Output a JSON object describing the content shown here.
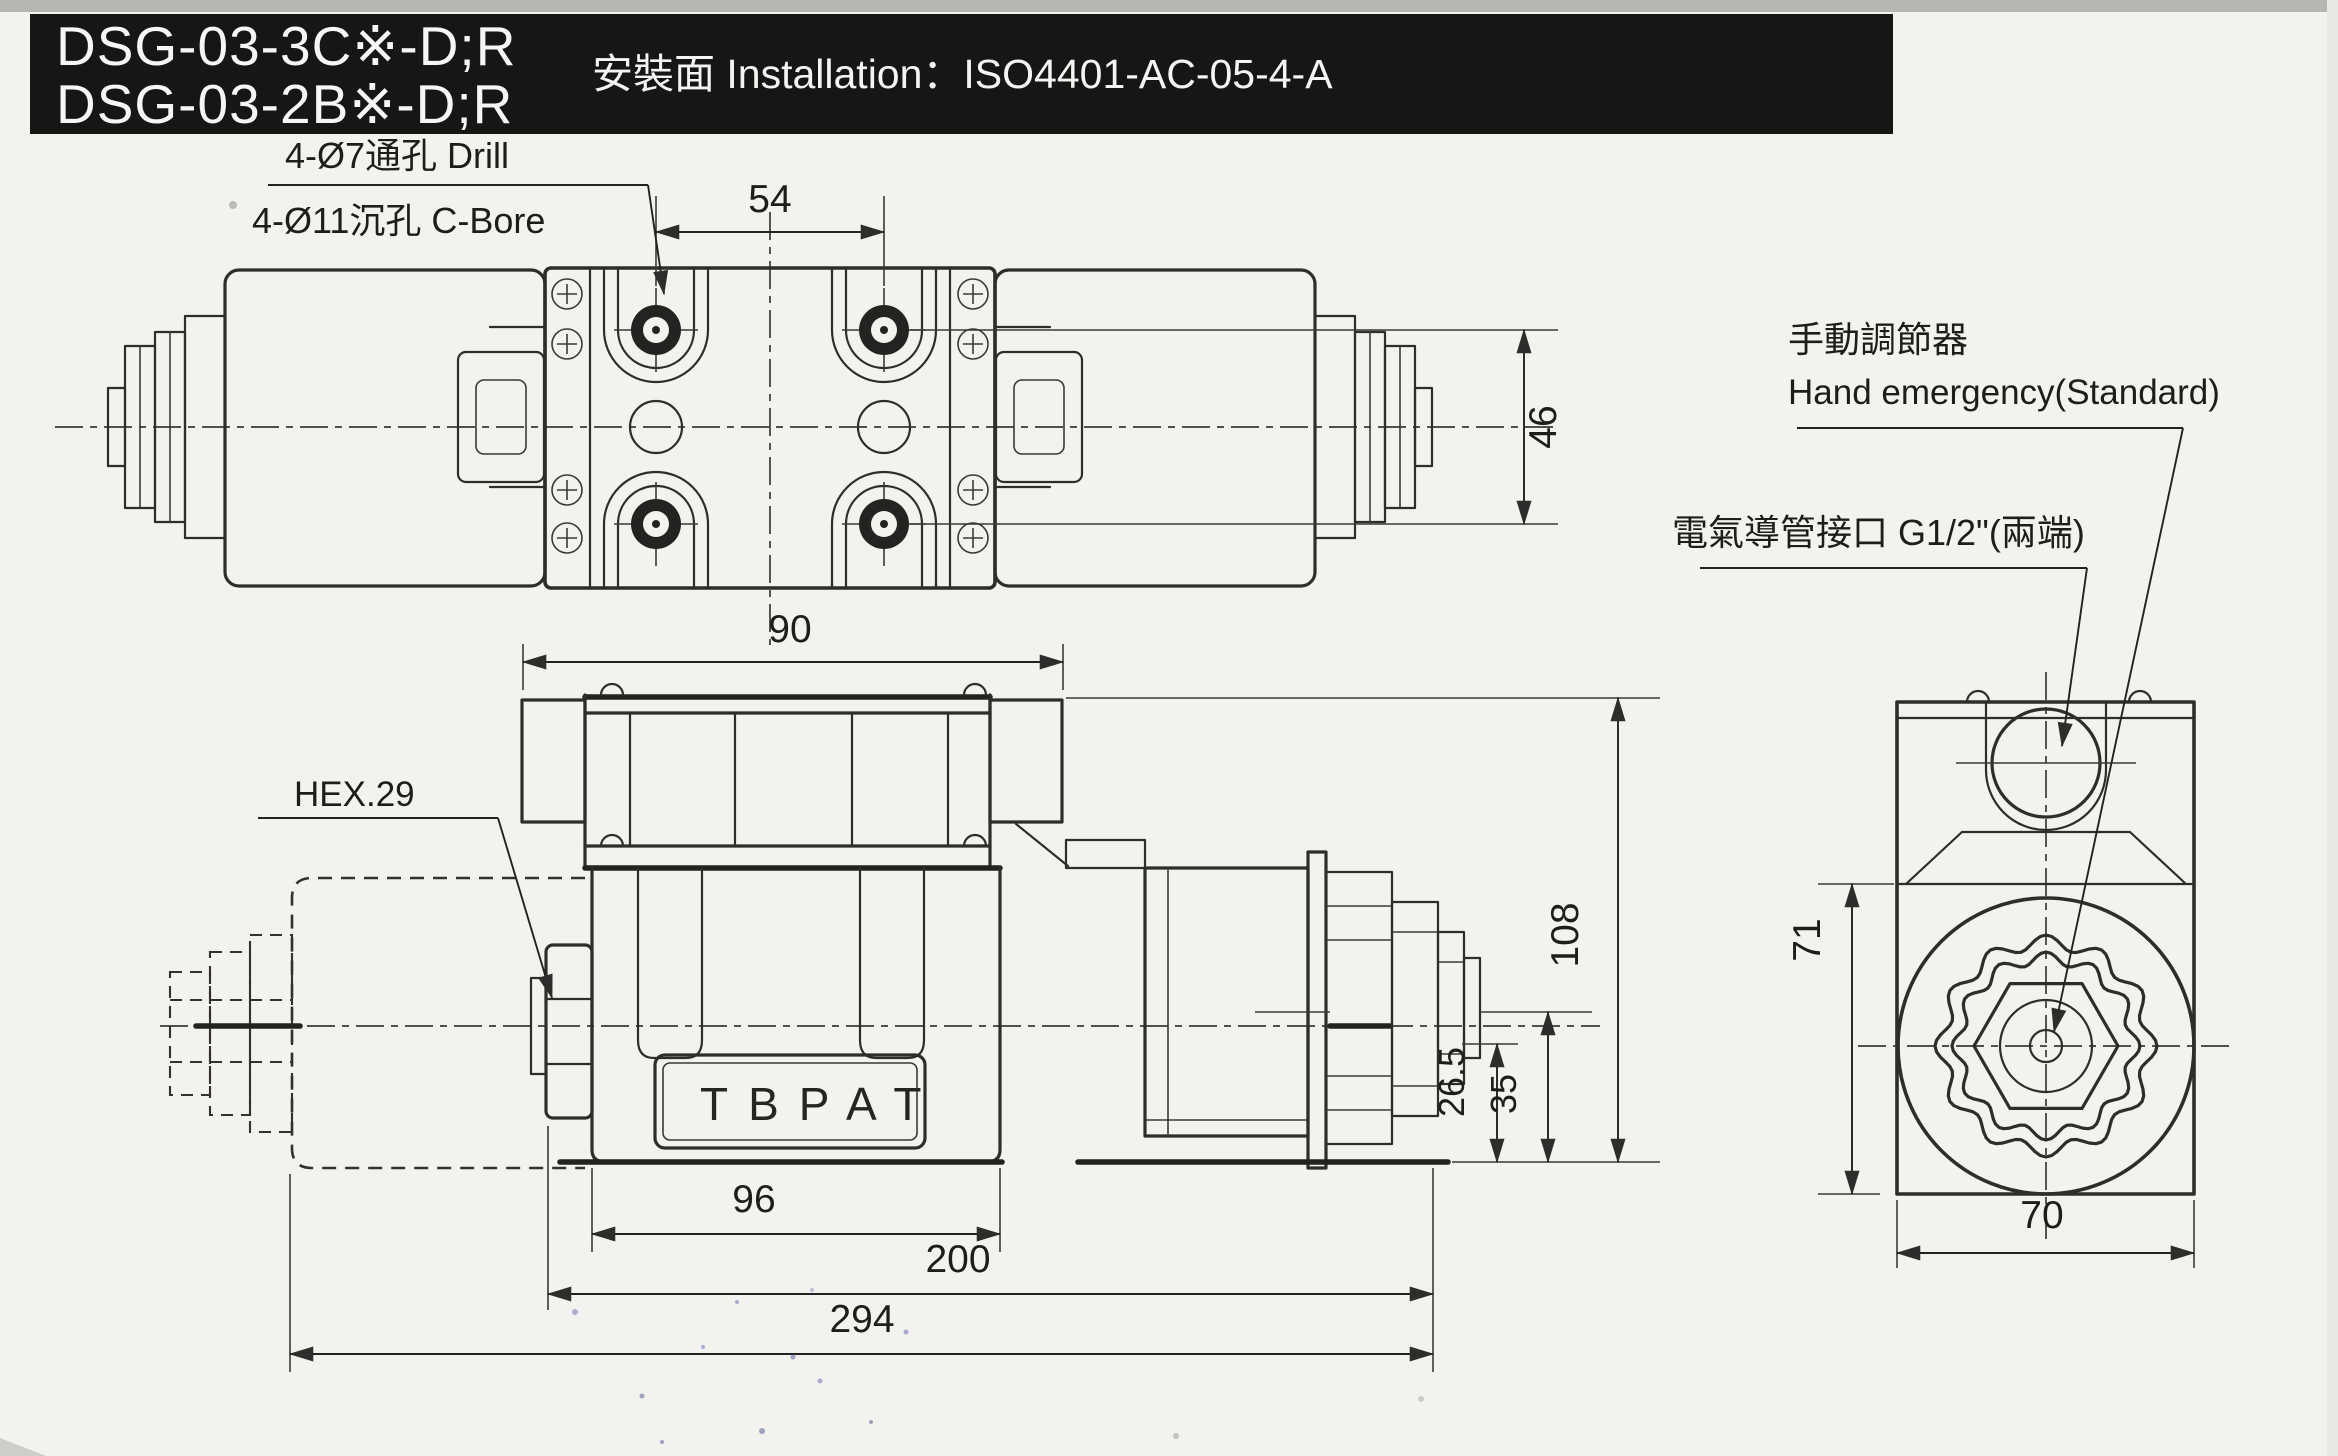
{
  "header": {
    "model_line1": "DSG-03-3C※-D;R",
    "model_line2": "DSG-03-2B※-D;R",
    "installation": "安裝面 Installation：ISO4401-AC-05-4-A"
  },
  "top_view": {
    "drill_label": "4-Ø7通孔 Drill",
    "cbore_label": "4-Ø11沉孔 C-Bore",
    "dim_hole_pitch_horizontal": "54",
    "dim_hole_pitch_vertical": "46"
  },
  "front_view": {
    "dim_coil_length": "90",
    "hex_label": "HEX.29",
    "nameplate": "TBPAT",
    "dim_body_length": "96",
    "dim_length_to_solenoid_end": "200",
    "dim_overall_length": "294",
    "dim_overall_height": "108",
    "dim_axis_to_base": "35",
    "dim_port_face_to_base": "26.5"
  },
  "side_view": {
    "manual_adjuster_label_zh": "手動調節器",
    "manual_adjuster_label_en": "Hand emergency(Standard)",
    "conduit_label": "電氣導管接口 G1/2\"(兩端)",
    "dim_solenoid_center_height": "71",
    "dim_body_width": "70"
  },
  "colors": {
    "paper": "#f4f2ee",
    "ink": "#2e2d2b",
    "banner": "#161615",
    "banner_text": "#f6f6f4"
  }
}
